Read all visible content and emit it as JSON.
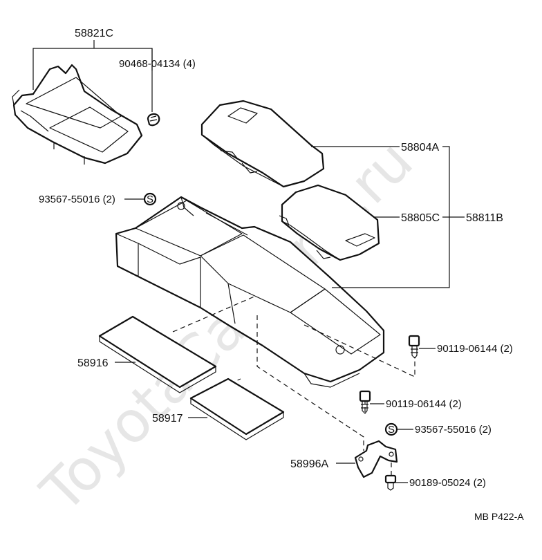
{
  "watermark": "ToyotaCarMine.ru",
  "figure_code": "MB P422-A",
  "parts": [
    {
      "id": "58821C",
      "label": "58821C"
    },
    {
      "id": "90468-04134",
      "label": "90468-04134 (4)"
    },
    {
      "id": "58804A",
      "label": "58804A"
    },
    {
      "id": "93567-55016-top",
      "label": "93567-55016 (2)",
      "symbol": "S"
    },
    {
      "id": "58805C",
      "label": "58805C"
    },
    {
      "id": "58811B",
      "label": "58811B"
    },
    {
      "id": "90119-06144-right",
      "label": "90119-06144 (2)"
    },
    {
      "id": "58916",
      "label": "58916"
    },
    {
      "id": "90119-06144-mid",
      "label": "90119-06144 (2)"
    },
    {
      "id": "58917",
      "label": "58917"
    },
    {
      "id": "93567-55016-bottom",
      "label": "93567-55016 (2)",
      "symbol": "S"
    },
    {
      "id": "58996A",
      "label": "58996A"
    },
    {
      "id": "90189-05024",
      "label": "90189-05024 (2)"
    }
  ]
}
